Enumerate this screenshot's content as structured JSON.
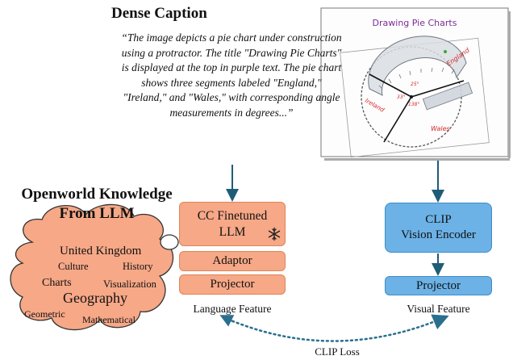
{
  "dense_caption": {
    "title": "Dense Caption",
    "text": "“The image depicts a pie chart under construction using a protractor. The title \"Drawing Pie Charts\" is displayed at the top in purple text. The pie chart shows three segments labeled \"England,\" \"Ireland,\" and \"Wales,\" with corresponding angle measurements in degrees...”"
  },
  "openworld": {
    "title_line1": "Openworld Knowledge",
    "title_line2": "From LLM",
    "cloud_words": {
      "uk": "United Kingdom",
      "culture": "Culture",
      "history": "History",
      "charts": "Charts",
      "visualization": "Visualization",
      "geography": "Geography",
      "geometric": "Geometric",
      "mathematical": "Mathematical"
    }
  },
  "language_branch": {
    "llm_line1": "CC Finetuned",
    "llm_line2": "LLM",
    "adaptor": "Adaptor",
    "projector": "Projector",
    "feature_label": "Language Feature"
  },
  "vision_branch": {
    "clip_line1": "CLIP",
    "clip_line2": "Vision Encoder",
    "projector": "Projector",
    "feature_label": "Visual Feature"
  },
  "input_image": {
    "title": "Drawing Pie Charts",
    "labels": {
      "england": "England",
      "ireland": "Ireland",
      "wales": "Wales",
      "angle1": "25°",
      "angle2": "33°",
      "angle3": "138°"
    }
  },
  "loss_label": "CLIP Loss",
  "colors": {
    "orange_fill": "#f6a887",
    "blue_fill": "#6cb2e6",
    "arrow": "#1f5c78",
    "loss_arrow": "#2a6f8e",
    "title_purple": "#7b2b96",
    "handwriting_red": "#d62b2b"
  },
  "icons": [
    "snowflake-icon"
  ]
}
